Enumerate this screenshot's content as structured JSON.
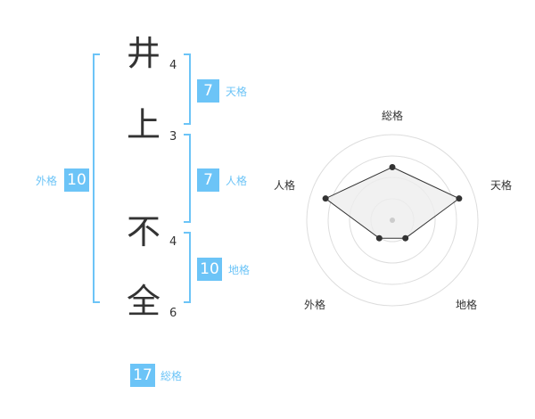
{
  "name": {
    "chars": [
      {
        "char": "井",
        "strokes": "4"
      },
      {
        "char": "上",
        "strokes": "3"
      },
      {
        "char": "不",
        "strokes": "4"
      },
      {
        "char": "全",
        "strokes": "6"
      }
    ]
  },
  "kakusu": {
    "tenkaku": {
      "value": "7",
      "label": "天格"
    },
    "jinkaku": {
      "value": "7",
      "label": "人格"
    },
    "chikaku": {
      "value": "10",
      "label": "地格"
    },
    "gaikaku": {
      "value": "10",
      "label": "外格"
    },
    "soukaku": {
      "value": "17",
      "label": "総格"
    }
  },
  "colors": {
    "accent": "#6cc4f7",
    "text": "#333333"
  },
  "chart_data": {
    "type": "radar",
    "axes": [
      "総格",
      "天格",
      "地格",
      "外格",
      "人格"
    ],
    "values": [
      17,
      7,
      10,
      10,
      7
    ],
    "normalized": [
      0.62,
      0.82,
      0.26,
      0.26,
      0.82
    ],
    "rings": 4
  }
}
